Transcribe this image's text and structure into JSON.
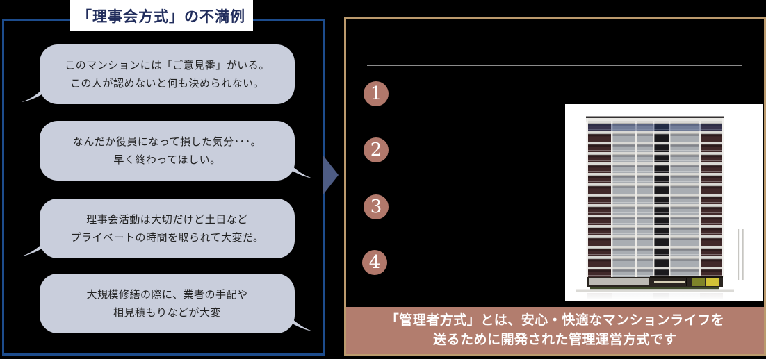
{
  "page": {
    "background_color": "#000000"
  },
  "left_panel": {
    "title": "「理事会方式」の不満例",
    "border_color": "#1d4c8c",
    "title_text_color": "#212d5c",
    "bubble_color": "#c9cedc",
    "bubbles": [
      {
        "tail": "left",
        "lines": [
          "このマンションには「ご意見番」がいる。",
          "この人が認めないと何も決められない。"
        ]
      },
      {
        "tail": "right",
        "lines": [
          "なんだか役員になって損した気分･･･。",
          "早く終わってほしい。"
        ]
      },
      {
        "tail": "left",
        "lines": [
          "理事会活動は大切だけど土日など",
          "プライベートの時間を取られて大変だ。"
        ]
      },
      {
        "tail": "right",
        "lines": [
          "大規模修繕の際に、業者の手配や",
          "相見積もりなどが大変"
        ]
      }
    ]
  },
  "arrow": {
    "direction": "right",
    "color": "#4e5c84"
  },
  "right_panel": {
    "border_color": "#bb9a6d",
    "divider_color": "#8b8b8b",
    "step_circle_color": "#b1786b",
    "steps": [
      "1",
      "2",
      "3",
      "4"
    ],
    "building_image": "condominium-tower-photo",
    "footer": {
      "background_color": "#b27d6e",
      "lines": [
        "「管理者方式」とは、安心・快適なマンションライフを",
        "送るために開発された管理運営方式です"
      ]
    }
  }
}
